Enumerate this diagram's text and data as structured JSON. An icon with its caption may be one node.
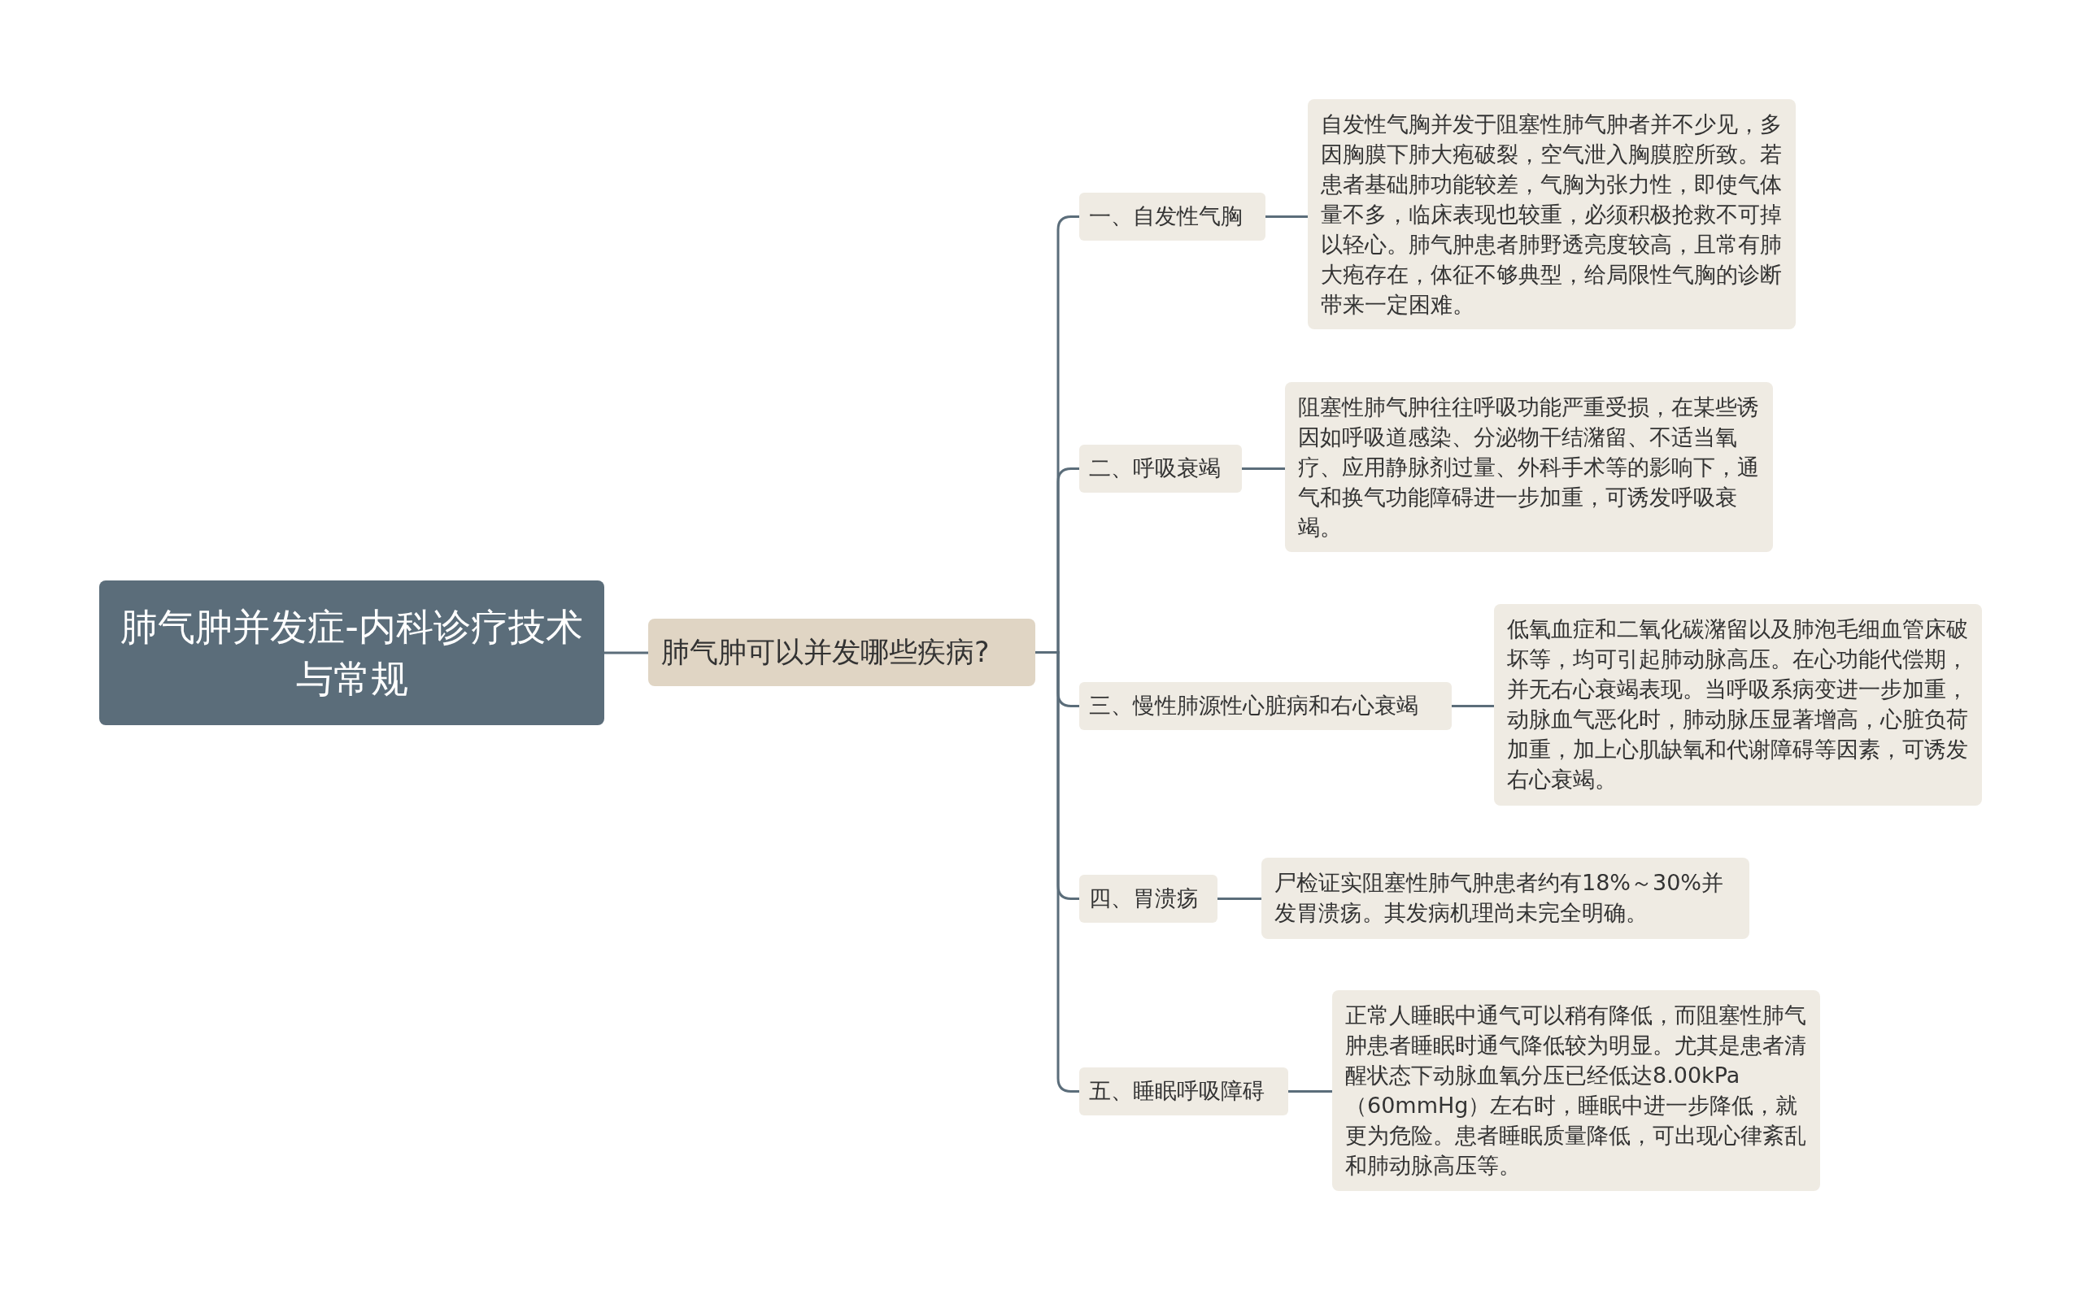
{
  "diagram": {
    "nodes": [
      {
        "text": [
          "肺气肿并发症-内科诊疗技术与常规"
        ]
      },
      {
        "text": [
          "肺气肿可以并发哪些疾病?"
        ]
      },
      {
        "text": [
          "一、自发性气胸"
        ]
      },
      {
        "text": [
          "二、呼吸衰竭"
        ]
      },
      {
        "text": [
          "三、慢性肺源性心脏病和右心衰竭"
        ]
      },
      {
        "text": [
          "四、胃溃疡"
        ]
      },
      {
        "text": [
          "五、睡眠呼吸障碍"
        ]
      },
      {
        "text": [
          "自发性气胸并发于阻塞性肺气肿者并不少见，多因胸膜下肺大疱破裂，空气泄入胸膜腔所致。若患者基础肺功能较差，气胸为张力性，即使气体量不多，临床表现也较重，必须积极抢救不可掉以轻心。肺气肿患者肺野透亮度较高，且常有肺大疱存在，体征不够典型，给局限性气胸的诊断带来一定困难。"
        ]
      },
      {
        "text": [
          "阻塞性肺气肿往往呼吸功能严重受损，在某些诱因如呼吸道感染、分泌物干结潴留、不适当氧疗、应用静脉剂过量、外科手术等的影响下，通气和换气功能障碍进一步加重，可诱发呼吸衰竭。"
        ]
      },
      {
        "text": [
          "低氧血症和二氧化碳潴留以及肺泡毛细血管床破坏等，均可引起肺动脉高压。在心功能代偿期，并无右心衰竭表现。当呼吸系病变进一步加重，动脉血气恶化时，肺动脉压显著增高，心脏负荷加重，加上心肌缺氧和代谢障碍等因素，可诱发右心衰竭。"
        ]
      },
      {
        "text": [
          "尸检证实阻塞性肺气肿患者约有18%～30%并发胃溃疡。其发病机理尚未完全明确。"
        ]
      },
      {
        "text": [
          "正常人睡眠中通气可以稍有降低，而阻塞性肺气肿患者睡眠时通气降低较为明显。尤其是患者清醒状态下动脉血氧分压已经低达8.00kPa（60mmHg）左右时，睡眠中进一步降低，就更为危险。患者睡眠质量降低，可出现心律紊乱和肺动脉高压等。"
        ]
      }
    ],
    "edges": [
      {
        "from": 0,
        "to": 1,
        "arrow": "none"
      },
      {
        "from": 1,
        "to": 2,
        "arrow": "none"
      },
      {
        "from": 1,
        "to": 3,
        "arrow": "none"
      },
      {
        "from": 1,
        "to": 4,
        "arrow": "none"
      },
      {
        "from": 1,
        "to": 5,
        "arrow": "none"
      },
      {
        "from": 1,
        "to": 6,
        "arrow": "none"
      },
      {
        "from": 2,
        "to": 7,
        "arrow": "none"
      },
      {
        "from": 3,
        "to": 8,
        "arrow": "none"
      },
      {
        "from": 4,
        "to": 9,
        "arrow": "none"
      },
      {
        "from": 5,
        "to": 10,
        "arrow": "none"
      },
      {
        "from": 6,
        "to": 11,
        "arrow": "none"
      }
    ]
  }
}
